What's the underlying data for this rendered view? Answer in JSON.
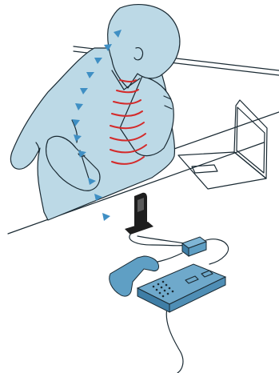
{
  "scene": {
    "description_icons": [
      "person-on-phone",
      "sound-waves",
      "signal-arrows",
      "cordless-handset",
      "dect-adapter",
      "desk-phone",
      "laptop"
    ],
    "colors": {
      "ink": "#1a2a33",
      "body_fill": "#bcd9e6",
      "device_blue": "#5f9fc4",
      "device_dark": "#3f7ea6",
      "sound_wave": "#d42a2a",
      "signal_arrow": "#3f8fc4",
      "handset_black": "#1e1e1e"
    },
    "signal_arrow_count": 11,
    "sound_wave_count": 8
  }
}
